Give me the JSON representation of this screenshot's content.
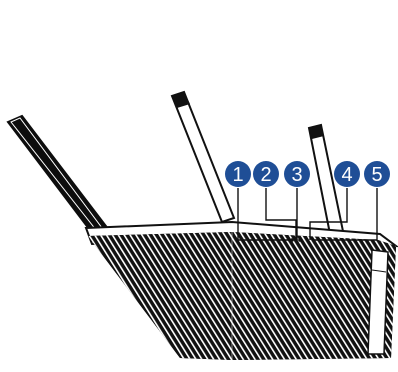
{
  "diagram": {
    "badge_color": "#1f4e96",
    "callouts": [
      {
        "label": "1"
      },
      {
        "label": "2"
      },
      {
        "label": "3"
      },
      {
        "label": "4"
      },
      {
        "label": "5"
      }
    ]
  }
}
